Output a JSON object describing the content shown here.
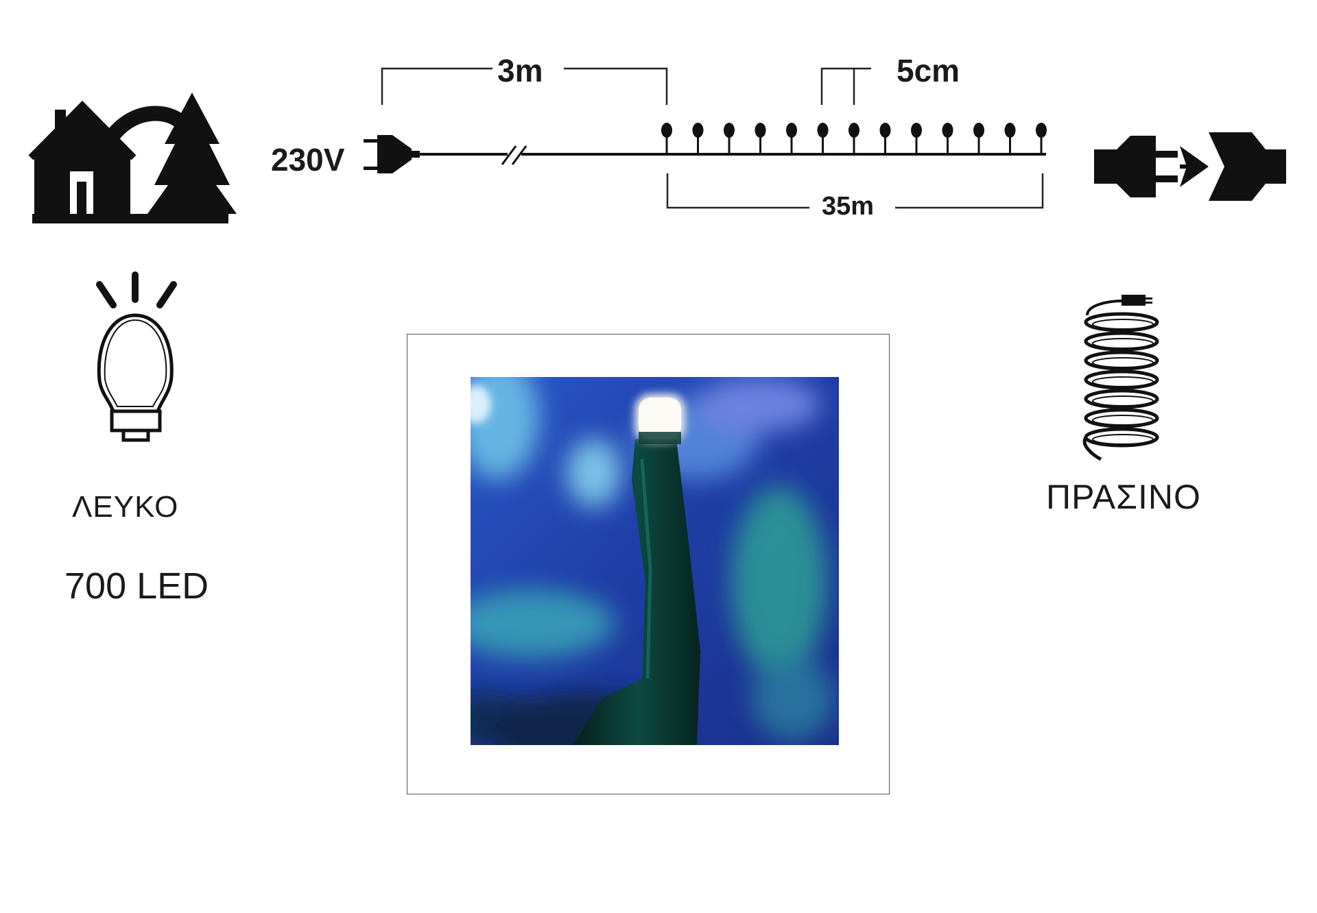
{
  "diagram": {
    "voltage_label": "230V",
    "lead_cable_length": "3m",
    "led_spacing": "5cm",
    "lit_length": "35m",
    "color_label": "ΛΕΥΚΟ",
    "led_count_label": "700 LED",
    "cable_color_label": "ΠΡΑΣΙΝΟ"
  },
  "icons": {
    "indoor_outdoor": "house-tree-icon",
    "plug": "plug-icon",
    "connectable": "connectable-plug-icon",
    "bulb": "led-bulb-icon",
    "cable_coil": "cable-coil-icon"
  },
  "colors": {
    "photo_blue": "#1f3fa8",
    "cable_green": "#0c3a34",
    "led_white": "#f4f2ea"
  }
}
